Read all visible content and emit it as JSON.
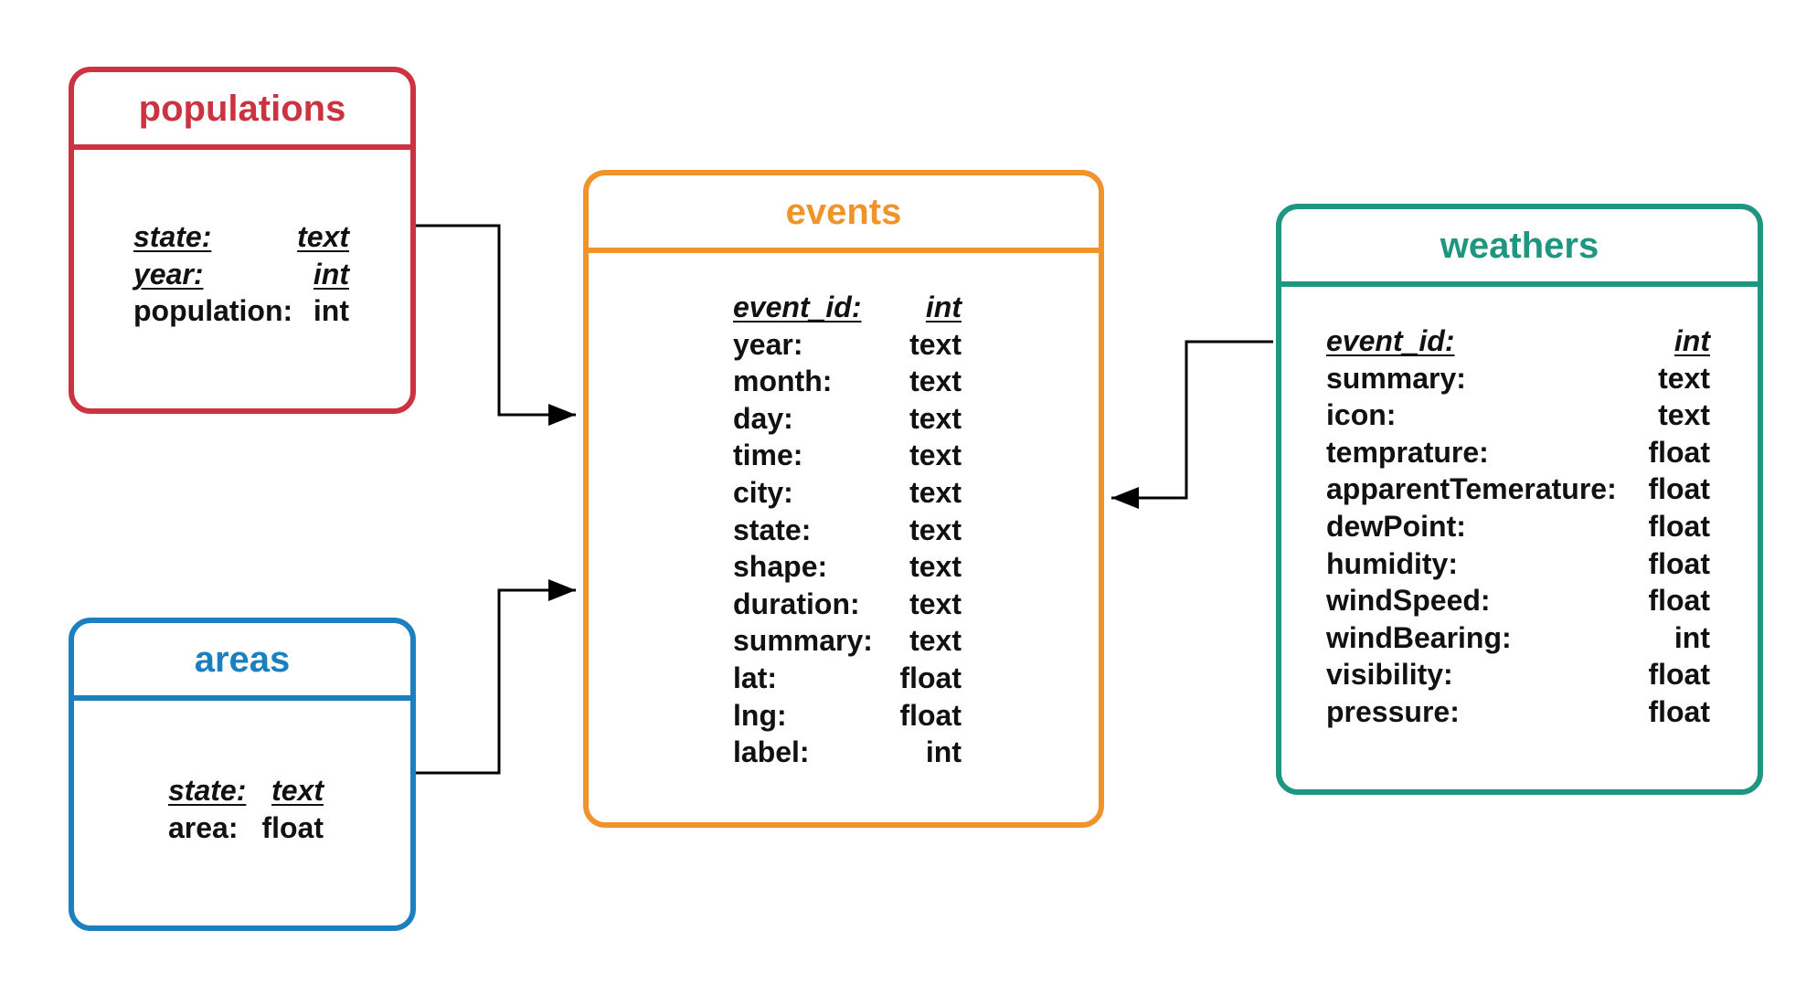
{
  "entities": {
    "populations": {
      "title": "populations",
      "color": "#cc3340",
      "fields": [
        {
          "name": "state:",
          "type": "text",
          "pk": true
        },
        {
          "name": "year:",
          "type": "int",
          "pk": true
        },
        {
          "name": "population:",
          "type": "int",
          "pk": false
        }
      ]
    },
    "areas": {
      "title": "areas",
      "color": "#1b7fc0",
      "fields": [
        {
          "name": "state:",
          "type": "text",
          "pk": true
        },
        {
          "name": "area:",
          "type": "float",
          "pk": false
        }
      ]
    },
    "events": {
      "title": "events",
      "color": "#f0932a",
      "fields": [
        {
          "name": "event_id:",
          "type": "int",
          "pk": true
        },
        {
          "name": "year:",
          "type": "text",
          "pk": false
        },
        {
          "name": "month:",
          "type": "text",
          "pk": false
        },
        {
          "name": "day:",
          "type": "text",
          "pk": false
        },
        {
          "name": "time:",
          "type": "text",
          "pk": false
        },
        {
          "name": "city:",
          "type": "text",
          "pk": false
        },
        {
          "name": "state:",
          "type": "text",
          "pk": false
        },
        {
          "name": "shape:",
          "type": "text",
          "pk": false
        },
        {
          "name": "duration:",
          "type": "text",
          "pk": false
        },
        {
          "name": "summary:",
          "type": "text",
          "pk": false
        },
        {
          "name": "lat:",
          "type": "float",
          "pk": false
        },
        {
          "name": "lng:",
          "type": "float",
          "pk": false
        },
        {
          "name": "label:",
          "type": "int",
          "pk": false
        }
      ]
    },
    "weathers": {
      "title": "weathers",
      "color": "#1e9680",
      "fields": [
        {
          "name": "event_id:",
          "type": "int",
          "pk": true
        },
        {
          "name": "summary:",
          "type": "text",
          "pk": false
        },
        {
          "name": "icon:",
          "type": "text",
          "pk": false
        },
        {
          "name": "temprature:",
          "type": "float",
          "pk": false
        },
        {
          "name": "apparentTemerature:",
          "type": "float",
          "pk": false
        },
        {
          "name": "dewPoint:",
          "type": "float",
          "pk": false
        },
        {
          "name": "humidity:",
          "type": "float",
          "pk": false
        },
        {
          "name": "windSpeed:",
          "type": "float",
          "pk": false
        },
        {
          "name": "windBearing:",
          "type": "int",
          "pk": false
        },
        {
          "name": "visibility:",
          "type": "float",
          "pk": false
        },
        {
          "name": "pressure:",
          "type": "float",
          "pk": false
        }
      ]
    }
  },
  "relationships": [
    {
      "from": "populations",
      "to": "events"
    },
    {
      "from": "areas",
      "to": "events"
    },
    {
      "from": "weathers",
      "to": "events"
    }
  ],
  "connector_color": "#000000"
}
